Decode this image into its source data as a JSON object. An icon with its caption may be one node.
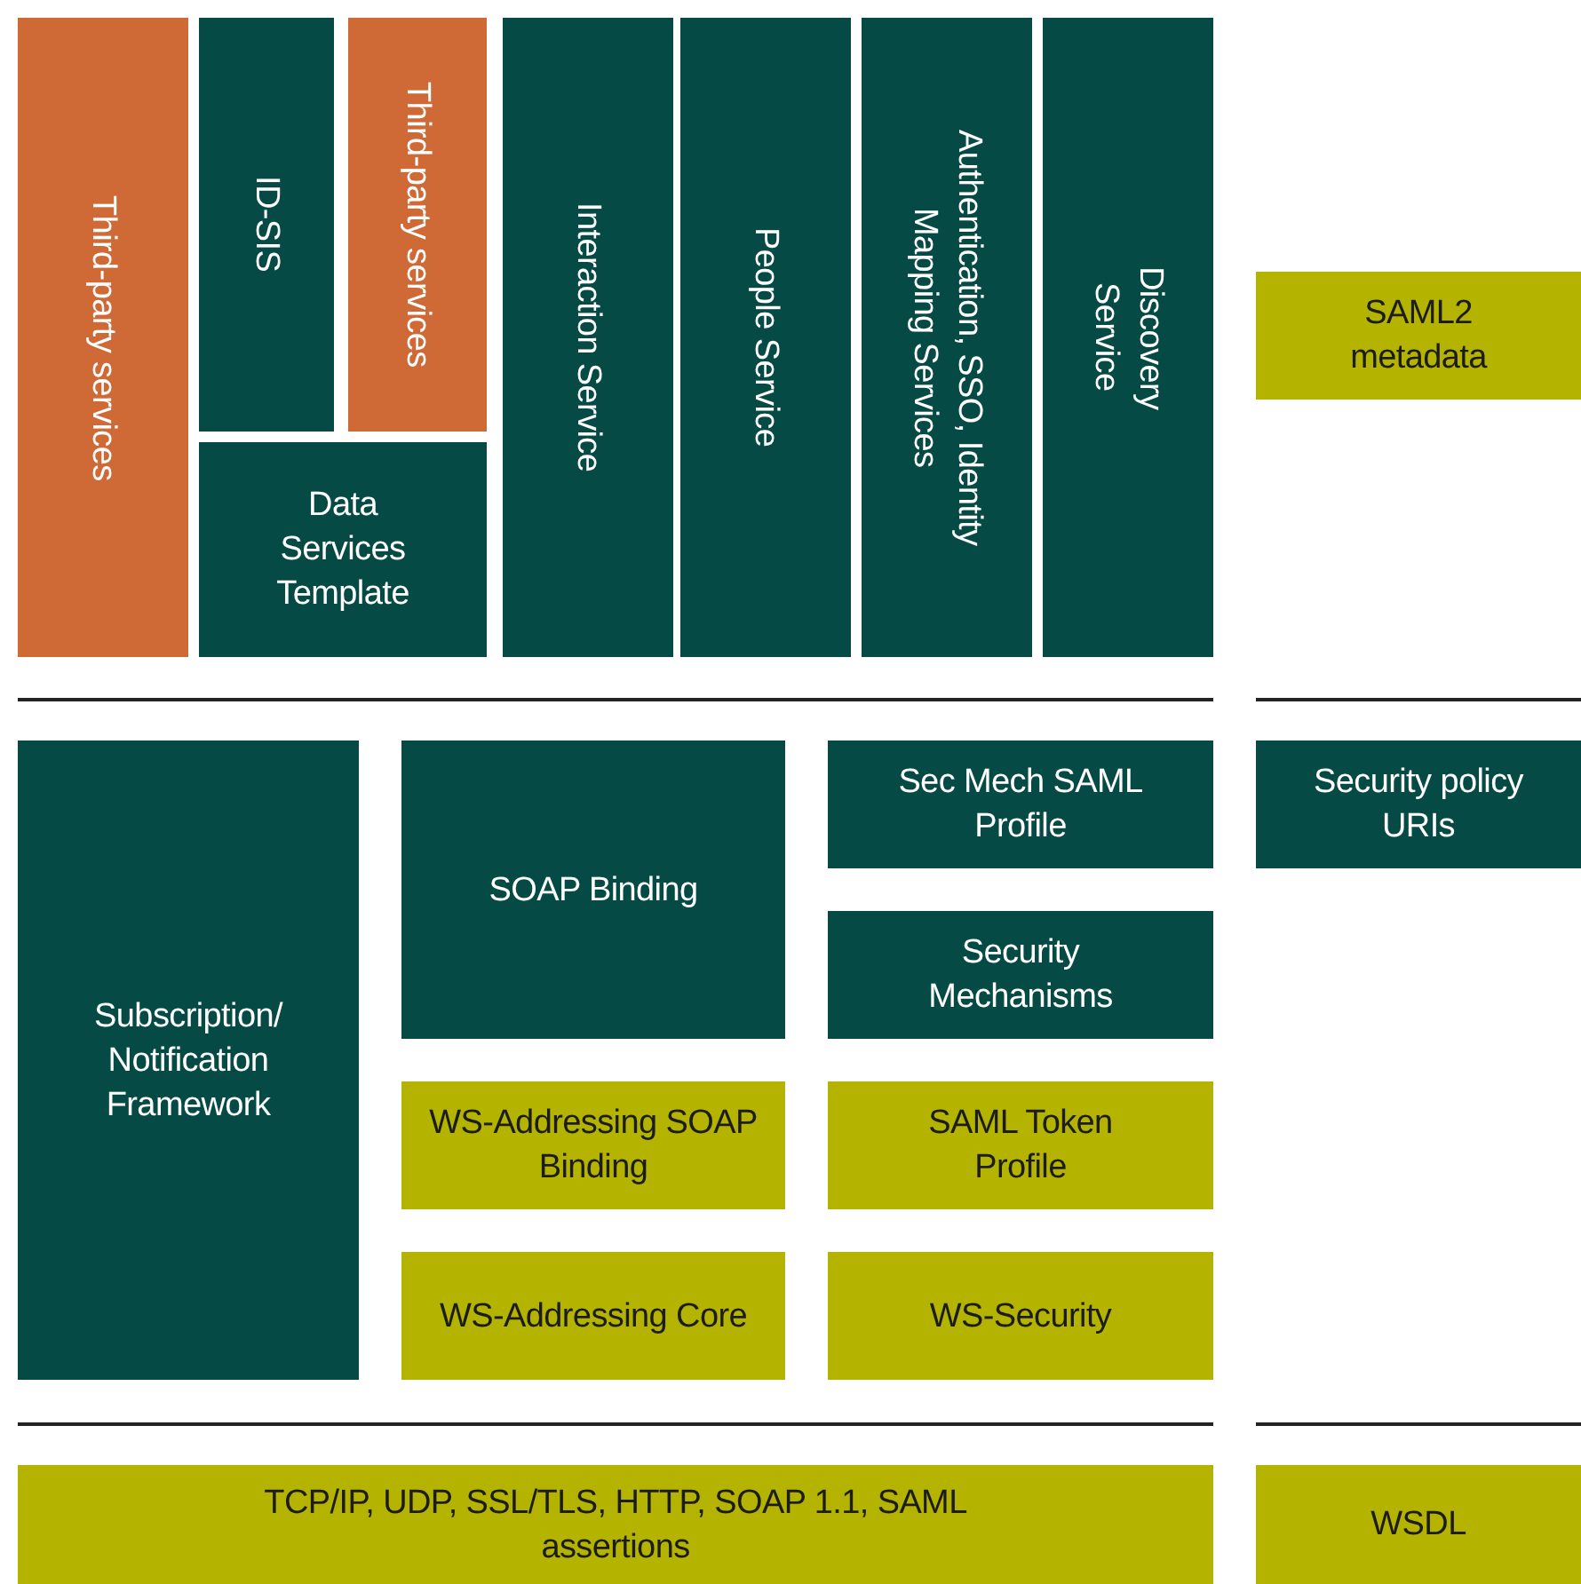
{
  "diagram": {
    "nodes": [
      {
        "text": [
          "Third-party services"
        ]
      },
      {
        "text": [
          "ID-SIS"
        ]
      },
      {
        "text": [
          "Third-party services"
        ]
      },
      {
        "text": [
          "Data Services Template"
        ]
      },
      {
        "text": [
          "Interaction Service"
        ]
      },
      {
        "text": [
          "People Service"
        ]
      },
      {
        "text": [
          "Authentication, SSO, Identity Mapping Services"
        ]
      },
      {
        "text": [
          "Discovery Service"
        ]
      },
      {
        "text": [
          "SAML2 metadata"
        ]
      },
      {
        "text": [
          "Subscription/ Notification Framework"
        ]
      },
      {
        "text": [
          "SOAP Binding"
        ]
      },
      {
        "text": [
          "Sec Mech SAML Profile"
        ]
      },
      {
        "text": [
          "Security Mechanisms"
        ]
      },
      {
        "text": [
          "Security policy URIs"
        ]
      },
      {
        "text": [
          "WS-Addressing SOAP Binding"
        ]
      },
      {
        "text": [
          "SAML Token Profile"
        ]
      },
      {
        "text": [
          "WS-Addressing Core"
        ]
      },
      {
        "text": [
          "WS-Security"
        ]
      },
      {
        "text": [
          "TCP/IP, UDP, SSL/TLS, HTTP, SOAP 1.1, SAML assertions"
        ]
      },
      {
        "text": [
          "WSDL"
        ]
      }
    ],
    "edges": []
  }
}
